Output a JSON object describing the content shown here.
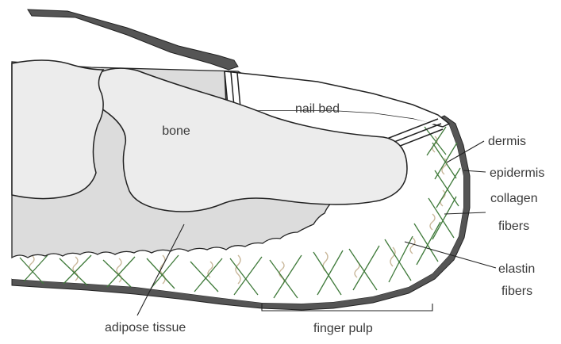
{
  "labels": {
    "bone": "bone",
    "nail_bed": "nail bed",
    "dermis": "dermis",
    "epidermis": "epidermis",
    "collagen_line1": "collagen",
    "collagen_line2": "fibers",
    "elastin_line1": "elastin",
    "elastin_line2": "fibers",
    "adipose": "adipose tissue",
    "finger_pulp": "finger pulp"
  },
  "colors": {
    "epidermis": "#555555",
    "bone_fill": "#ececec",
    "adipose_fill": "#dcdcdc",
    "collagen": "#3f7a3a",
    "elastin": "#c9b79a",
    "outline": "#222222"
  }
}
